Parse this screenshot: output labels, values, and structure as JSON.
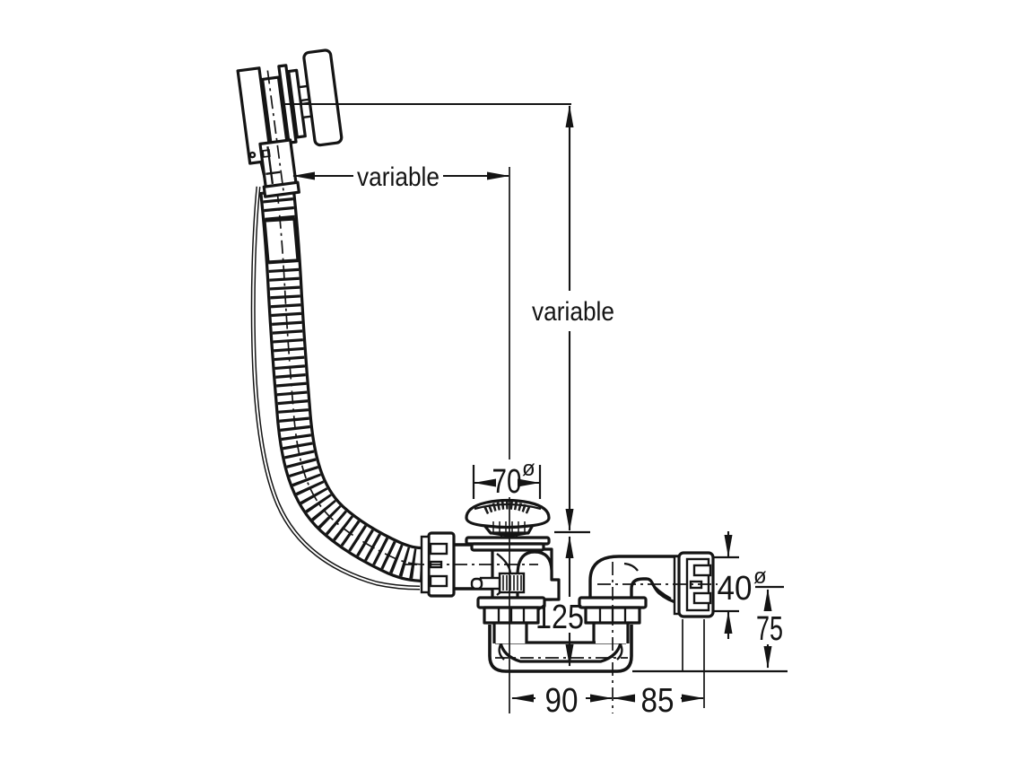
{
  "drawing": {
    "background": "#ffffff",
    "ink": "#141414",
    "labels": {
      "horizontal_variable": "variable",
      "vertical_variable": "variable",
      "plug_diameter_value": "70",
      "diameter_symbol": "ø",
      "overall_height": "125",
      "trap_span": "90",
      "outlet_span": "85",
      "outlet_diameter_value": "40",
      "outlet_height": "75"
    }
  }
}
